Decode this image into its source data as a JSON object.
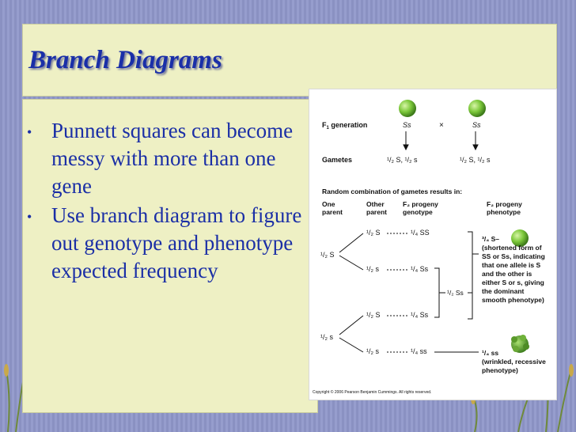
{
  "slide": {
    "title": "Branch Diagrams",
    "bullets": [
      "Punnett squares can become messy with more than one gene",
      "Use branch diagram to figure out genotype and phenotype expected frequency"
    ]
  },
  "figure": {
    "f1_label": "F",
    "f1_sub": "1",
    "f1_rest": " generation",
    "parent_left_genotype": "Ss",
    "cross_symbol": "×",
    "parent_right_genotype": "Ss",
    "gametes_label": "Gametes",
    "gametes_left": "¹/₂ S, ¹/₂ s",
    "gametes_right": "¹/₂ S, ¹/₂ s",
    "random_heading": "Random combination of gametes results in:",
    "col_one_parent_1": "One",
    "col_one_parent_2": "parent",
    "col_other_parent_1": "Other",
    "col_other_parent_2": "parent",
    "col_f2_geno_1": "F₂ progeny",
    "col_f2_geno_2": "genotype",
    "col_f2_pheno_1": "F₂ progeny",
    "col_f2_pheno_2": "phenotype",
    "branch_top_parent": "¹/₂ S",
    "branch_bottom_parent": "¹/₂ s",
    "other_1": "¹/₂ S",
    "other_2": "¹/₂ s",
    "other_3": "¹/₂ S",
    "other_4": "¹/₂ s",
    "geno_1": "¹/₄ SS",
    "geno_2": "¹/₄ Ss",
    "geno_3": "¹/₄ Ss",
    "geno_4": "¹/₄ ss",
    "combined_ss": "¹/₂ Ss",
    "pheno_dominant_lines": [
      "³/₄ S–",
      "(shortened form of",
      "SS or Ss, indicating",
      "that one allele is S",
      "and the other is",
      "either S or s, giving",
      "the dominant",
      "smooth phenotype)"
    ],
    "pheno_recessive_lines": [
      "¹/₄ ss",
      "(wrinkled, recessive",
      "phenotype)"
    ],
    "copyright": "Copyright © 2006 Pearson Benjamin Cummings. All rights reserved."
  },
  "colors": {
    "title_blue": "#1a2fa8",
    "panel_cream": "#eef0c4",
    "background_lavender": "#8c93c4",
    "pea_green": "#7cc83a"
  }
}
